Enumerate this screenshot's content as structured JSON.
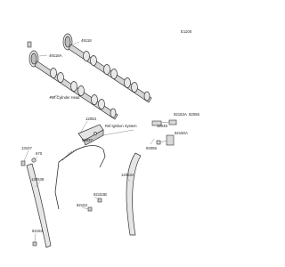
{
  "diagram": {
    "drawing_code": "E1100",
    "colors": {
      "line": "#333333",
      "part_fill": "#e9e9e9",
      "part_dark": "#9a9a9a"
    },
    "part_labels": [
      {
        "key": "p49118",
        "text": "49118"
      },
      {
        "key": "p49118a",
        "text": "49118A"
      },
      {
        "key": "p12053",
        "text": "12053"
      },
      {
        "key": "p92153a",
        "text": "92153A"
      },
      {
        "key": "p92055",
        "text": "92055"
      },
      {
        "key": "p92150a",
        "text": "92150A"
      },
      {
        "key": "p12048",
        "text": "12048"
      },
      {
        "key": "p92037",
        "text": "92037"
      },
      {
        "key": "p92055b",
        "text": "92055"
      },
      {
        "key": "p13107",
        "text": "13107"
      },
      {
        "key": "p670",
        "text": "670"
      },
      {
        "key": "p92153b",
        "text": "92153B"
      },
      {
        "key": "p92153",
        "text": "92153"
      },
      {
        "key": "p120538",
        "text": "120538"
      },
      {
        "key": "p12053a",
        "text": "12053A"
      },
      {
        "key": "p92153c",
        "text": "92153"
      }
    ],
    "references": [
      {
        "key": "ref_cyl_head",
        "text": "Ref.Cylinder Head"
      },
      {
        "key": "ref_ignition",
        "text": "Ref.Ignition System"
      }
    ]
  }
}
